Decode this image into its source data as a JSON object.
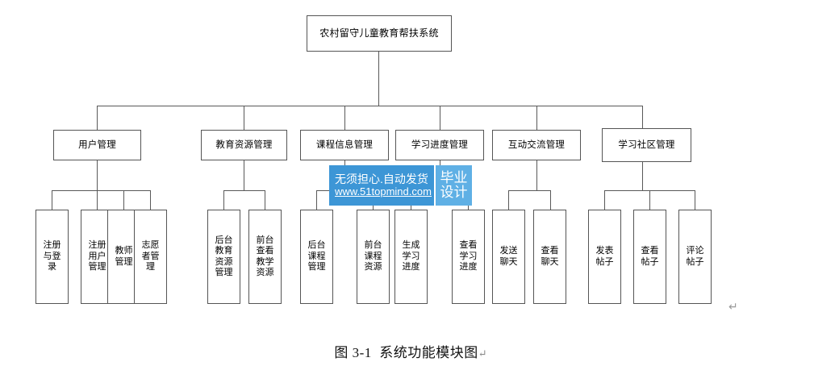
{
  "figure": {
    "caption_number": "图 3-1",
    "caption_title": "系统功能模块图",
    "caption_return_mark": "↵",
    "trailing_return_mark": "↵"
  },
  "diagram": {
    "type": "tree",
    "root": {
      "label": "农村留守儿童教育帮扶系统"
    },
    "branches": [
      {
        "label": "用户管理",
        "children": [
          {
            "label": "注册与登录"
          },
          {
            "label": "注册用户管理"
          },
          {
            "label": "教师管理"
          },
          {
            "label": "志愿者管理"
          }
        ]
      },
      {
        "label": "教育资源管理",
        "children": [
          {
            "label": "后台教育资源管理"
          },
          {
            "label": "前台查看教学资源"
          }
        ]
      },
      {
        "label": "课程信息管理",
        "children": [
          {
            "label": "后台课程管理"
          },
          {
            "label": "前台课程资源"
          }
        ]
      },
      {
        "label": "学习进度管理",
        "children": [
          {
            "label": "生成学习进度"
          },
          {
            "label": "查看学习进度"
          }
        ]
      },
      {
        "label": "互动交流管理",
        "children": [
          {
            "label": "发送聊天"
          },
          {
            "label": "查看聊天"
          }
        ]
      },
      {
        "label": "学习社区管理",
        "children": [
          {
            "label": "发表帖子"
          },
          {
            "label": "查看帖子"
          },
          {
            "label": "评论帖子"
          }
        ]
      }
    ]
  },
  "watermark": {
    "line1": "无须担心.自动发货",
    "line2": "www.51topmind.com",
    "badge_line1": "毕业",
    "badge_line2": "设计",
    "color_main": "#3d96d6",
    "color_badge": "#5fb0e5"
  },
  "colors": {
    "box_border": "#555555",
    "connector": "#595959",
    "background": "#ffffff"
  }
}
